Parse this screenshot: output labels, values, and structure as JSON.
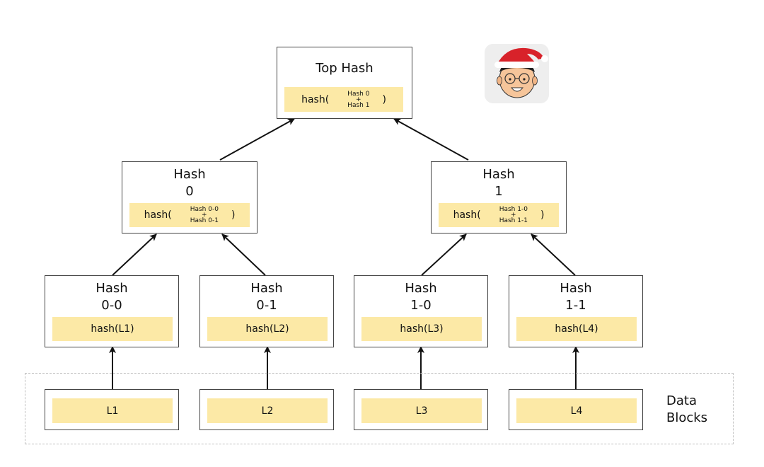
{
  "top": {
    "title": "Top Hash",
    "fn": "hash(",
    "arg1": "Hash 0",
    "plus": "+",
    "arg2": "Hash 1",
    "close": ")"
  },
  "level1": [
    {
      "title1": "Hash",
      "title2": "0",
      "fn": "hash(",
      "arg1": "Hash 0-0",
      "plus": "+",
      "arg2": "Hash 0-1",
      "close": ")"
    },
    {
      "title1": "Hash",
      "title2": "1",
      "fn": "hash(",
      "arg1": "Hash 1-0",
      "plus": "+",
      "arg2": "Hash 1-1",
      "close": ")"
    }
  ],
  "level2": [
    {
      "title1": "Hash",
      "title2": "0-0",
      "expr": "hash(L1)"
    },
    {
      "title1": "Hash",
      "title2": "0-1",
      "expr": "hash(L2)"
    },
    {
      "title1": "Hash",
      "title2": "1-0",
      "expr": "hash(L3)"
    },
    {
      "title1": "Hash",
      "title2": "1-1",
      "expr": "hash(L4)"
    }
  ],
  "leaves": [
    "L1",
    "L2",
    "L3",
    "L4"
  ],
  "data_blocks": {
    "line1": "Data",
    "line2": "Blocks"
  },
  "colors": {
    "highlight": "#fce9a6",
    "border": "#444444",
    "dashed": "#bfbfbf",
    "arrow": "#111111"
  },
  "avatar": {
    "icon": "santa-hat-avatar-icon"
  }
}
